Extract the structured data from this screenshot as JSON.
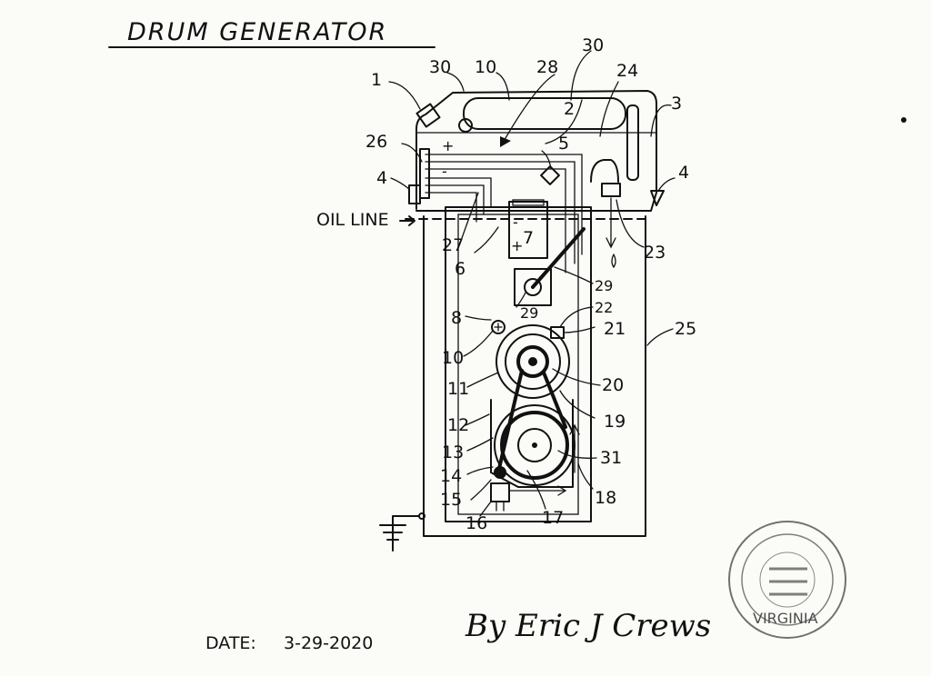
{
  "title": "DRUM GENERATOR",
  "oil_line_label": "OIL LINE",
  "date_label": "DATE:",
  "date_value": "3-29-2020",
  "signature": "By Eric J Crews",
  "stamp_text": "VIRGINIA",
  "battery": {
    "number": "7",
    "plus": "+",
    "minus": "-"
  },
  "labels": {
    "l1": "1",
    "l2": "2",
    "l3": "3",
    "l4a": "4",
    "l4b": "4",
    "l5": "5",
    "l6": "6",
    "l8": "8",
    "l10a": "10",
    "l10b": "10",
    "l11": "11",
    "l12": "12",
    "l13": "13",
    "l14": "14",
    "l15": "15",
    "l16": "16",
    "l17": "17",
    "l18": "18",
    "l19": "19",
    "l20": "20",
    "l21": "21",
    "l22": "22",
    "l23": "23",
    "l24": "24",
    "l25": "25",
    "l26": "26",
    "l27": "27",
    "l28": "28",
    "l29a": "29",
    "l29b": "29",
    "l30a": "30",
    "l30b": "30",
    "l31": "31"
  }
}
